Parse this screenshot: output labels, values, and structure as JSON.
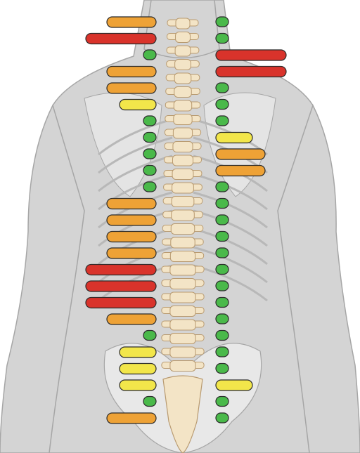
{
  "colors": {
    "background": "#ffffff",
    "body_fill": "#d4d4d4",
    "body_stroke": "#a6a6a6",
    "spine_fill": "#f3e4c6",
    "spine_stroke": "#b89a70",
    "levels": {
      "red": "#d9332b",
      "orange": "#eea236",
      "yellow": "#f2e64a",
      "green": "#4ab94a"
    },
    "marker_stroke": "#2b2b2b"
  },
  "scale": [
    "green",
    "yellow",
    "orange",
    "red"
  ],
  "left_markers": [
    "orange",
    "red",
    "green",
    "orange",
    "orange",
    "yellow",
    "green",
    "green",
    "green",
    "green",
    "green",
    "orange",
    "orange",
    "orange",
    "orange",
    "red",
    "red",
    "red",
    "orange",
    "green",
    "yellow",
    "yellow",
    "yellow",
    "green",
    "orange"
  ],
  "right_markers": [
    "green",
    "green",
    "red",
    "red",
    "green",
    "green",
    "green",
    "yellow",
    "orange",
    "orange",
    "green",
    "green",
    "green",
    "green",
    "green",
    "green",
    "green",
    "green",
    "green",
    "green",
    "green",
    "green",
    "yellow",
    "green",
    "green"
  ]
}
